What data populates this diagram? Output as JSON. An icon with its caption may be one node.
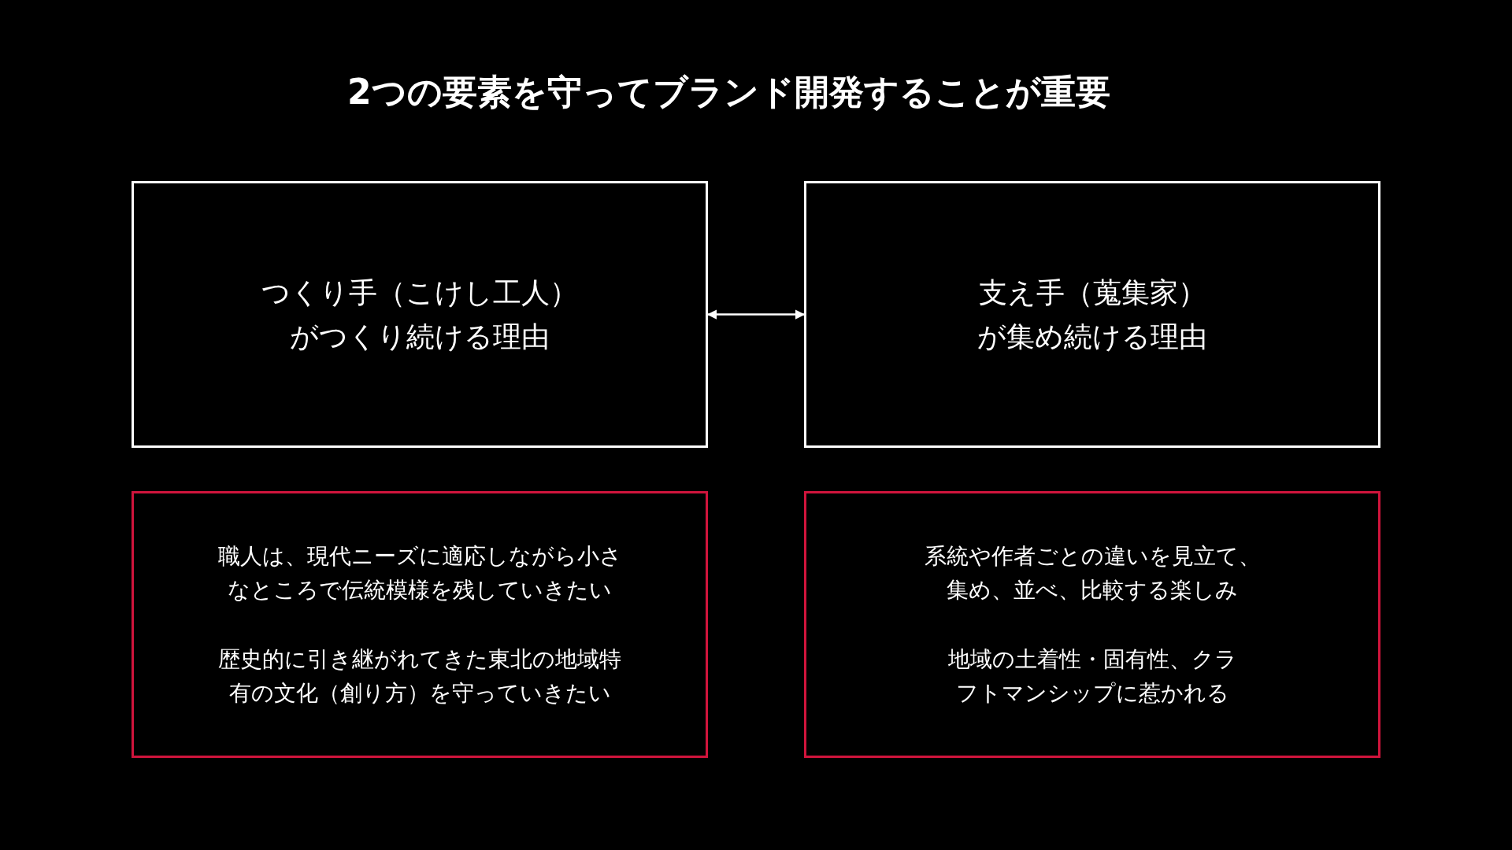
{
  "diagram": {
    "title": "2つの要素を守ってブランド開発することが重要",
    "nodes": [
      {
        "text": [
          "つくり手（こけし工人）がつくり続ける理由"
        ]
      },
      {
        "text": [
          "支え手（蒐集家）が集め続ける理由"
        ]
      },
      {
        "text": [
          "職人は、現代ニーズに適応しながら小さなところで伝統模様を残していきたい",
          "歴史的に引き継がれてきた東北の地域特有の文化（創り方）を守っていきたい"
        ]
      },
      {
        "text": [
          "系統や作者ごとの違いを見立て、集め、並べ、比較する楽しみ",
          "地域の土着性・固有性、クラフトマンシップに惹かれる"
        ]
      }
    ],
    "edges": [
      {
        "from": 0,
        "to": 1,
        "arrow": "both"
      }
    ]
  }
}
